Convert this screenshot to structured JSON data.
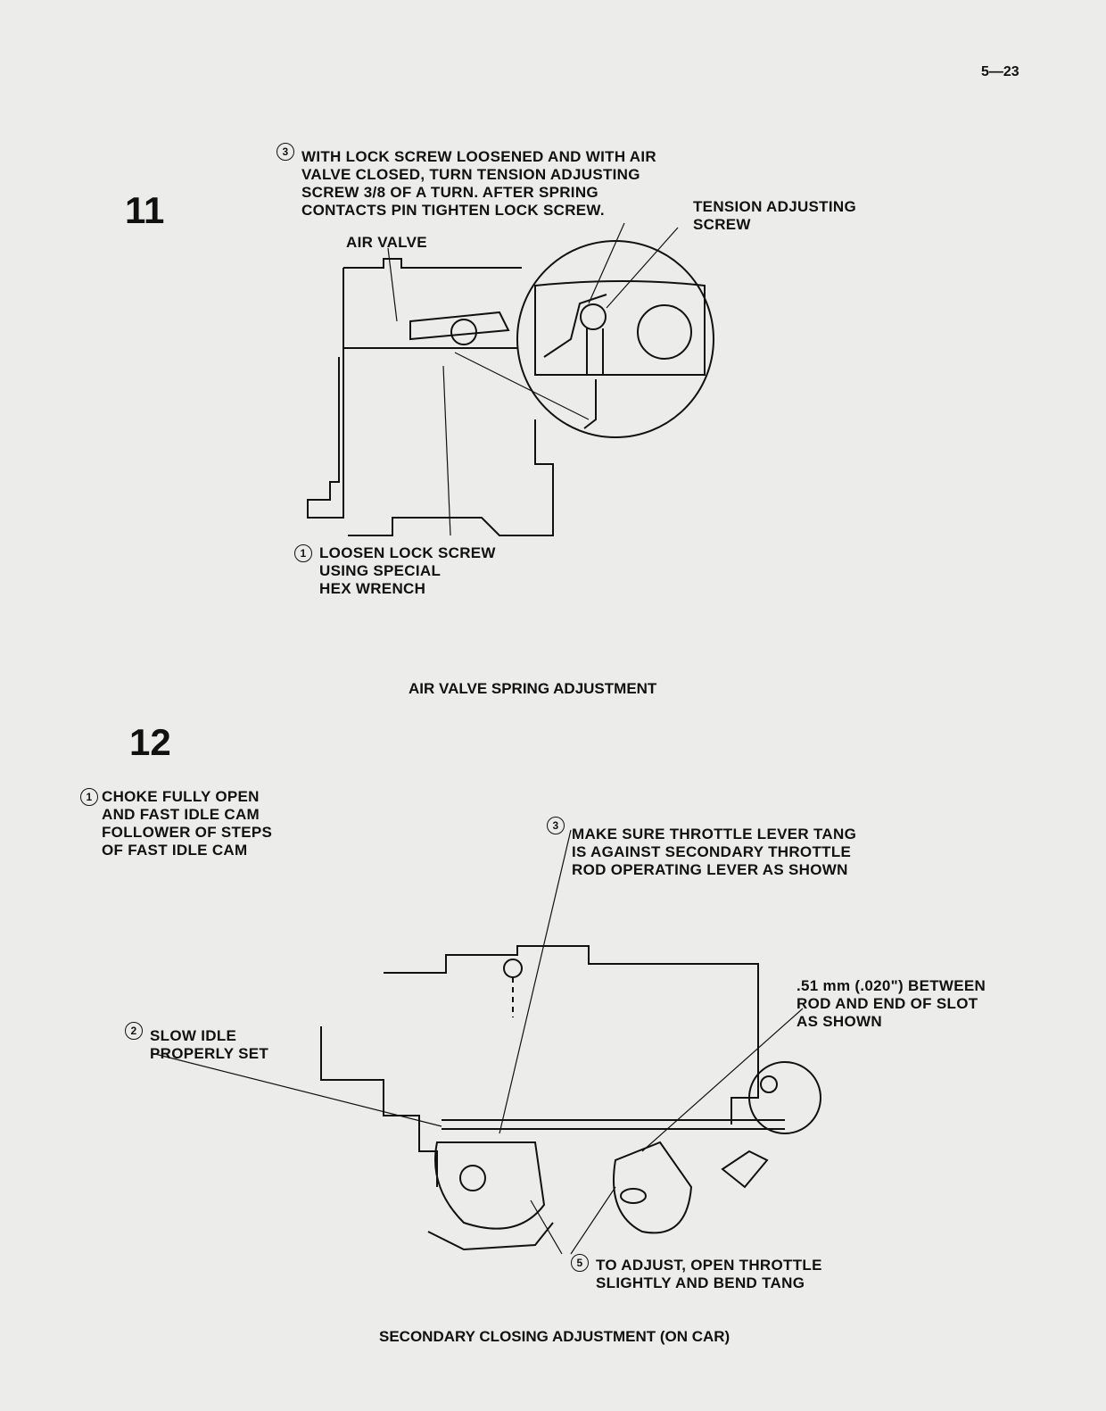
{
  "page_number": "5—23",
  "figure11": {
    "number": "11",
    "step3_num": "3",
    "step3": "WITH LOCK SCREW LOOSENED AND WITH AIR\nVALVE CLOSED, TURN TENSION ADJUSTING\nSCREW 3/8 OF A TURN. AFTER SPRING\nCONTACTS PIN TIGHTEN LOCK SCREW.",
    "tension_label": "TENSION ADJUSTING\nSCREW",
    "air_valve_label": "AIR VALVE",
    "step1_num": "1",
    "step1": "LOOSEN LOCK SCREW\nUSING SPECIAL\nHEX WRENCH",
    "caption": "AIR VALVE SPRING ADJUSTMENT"
  },
  "figure12": {
    "number": "12",
    "step1_num": "1",
    "step1": "CHOKE FULLY OPEN\nAND FAST IDLE CAM\nFOLLOWER OF STEPS\nOF FAST IDLE CAM",
    "step3_num": "3",
    "step3": "MAKE SURE THROTTLE LEVER TANG\nIS AGAINST SECONDARY THROTTLE\nROD OPERATING LEVER AS SHOWN",
    "gap_label": ".51 mm (.020\") BETWEEN\nROD AND END OF SLOT\nAS SHOWN",
    "step2_num": "2",
    "step2": "SLOW IDLE\nPROPERLY SET",
    "step5_num": "5",
    "step5": "TO ADJUST, OPEN THROTTLE\nSLIGHTLY AND BEND TANG",
    "caption": "SECONDARY CLOSING ADJUSTMENT (ON CAR)"
  }
}
